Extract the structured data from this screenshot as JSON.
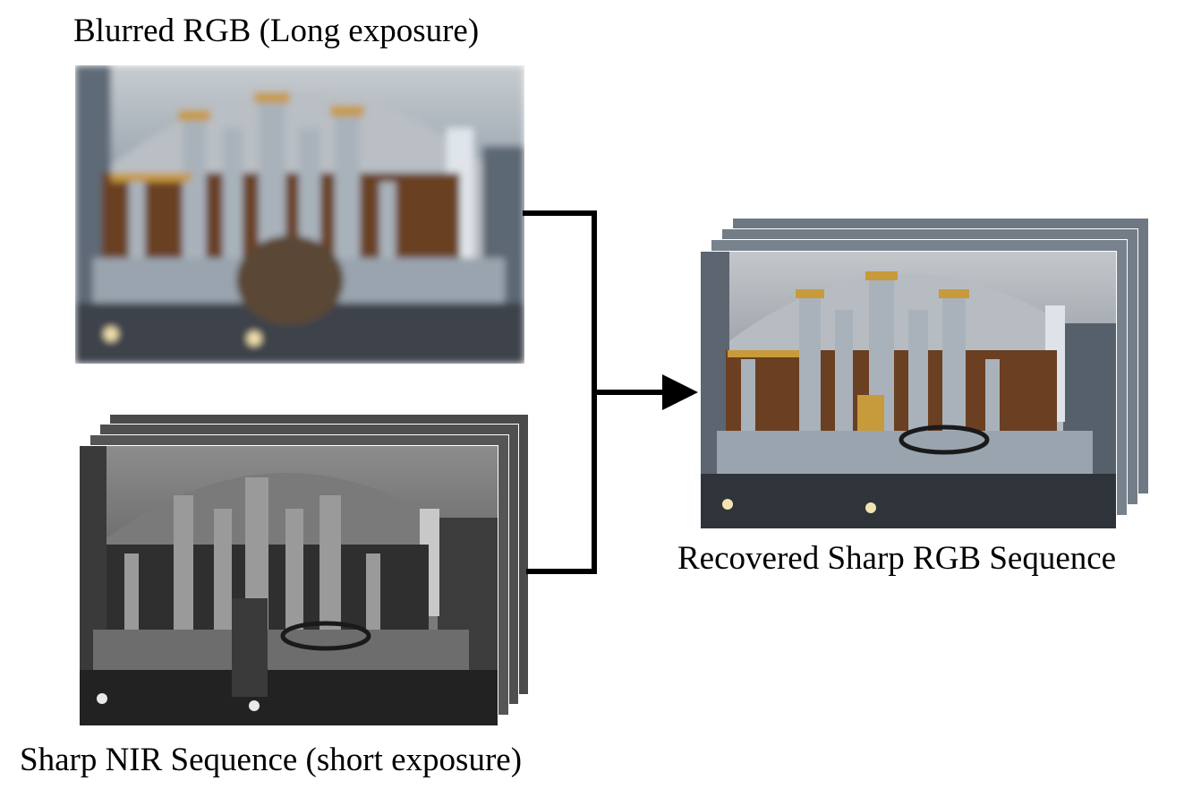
{
  "labels": {
    "blurred": "Blurred RGB (Long exposure)",
    "nir": "Sharp NIR Sequence (short exposure)",
    "recovered": "Recovered Sharp RGB Sequence"
  },
  "colors": {
    "line": "#000000",
    "rgb_wall": "#8a96a3",
    "rgb_wood": "#6b3f22",
    "rgb_gold": "#c79a3c",
    "rgb_pipe": "#a9b2bb",
    "nir_wall": "#8c8c8c",
    "nir_dark": "#3a3a3a"
  }
}
